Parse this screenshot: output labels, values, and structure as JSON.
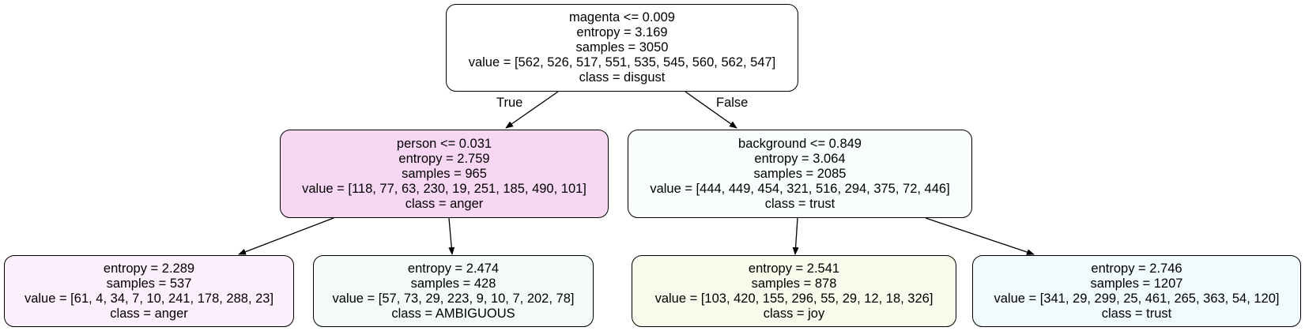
{
  "tree": {
    "root": {
      "split": "magenta <= 0.009",
      "entropy": "entropy = 3.169",
      "samples": "samples = 3050",
      "value": "value = [562, 526, 517, 551, 535, 545, 560, 562, 547]",
      "class": "class = disgust",
      "fill": "#ffffff"
    },
    "left": {
      "split": "person <= 0.031",
      "entropy": "entropy = 2.759",
      "samples": "samples = 965",
      "value": "value = [118, 77, 63, 230, 19, 251, 185, 490, 101]",
      "class": "class = anger",
      "fill": "#f8d7f4"
    },
    "right": {
      "split": "background <= 0.849",
      "entropy": "entropy = 3.064",
      "samples": "samples = 2085",
      "value": "value = [444, 449, 454, 321, 516, 294, 375, 72, 446]",
      "class": "class = trust",
      "fill": "#f9fdfe"
    },
    "left_left": {
      "entropy": "entropy = 2.289",
      "samples": "samples = 537",
      "value": "value = [61, 4, 34, 7, 10, 241, 178, 288, 23]",
      "class": "class = anger",
      "fill": "#fdeffb"
    },
    "left_right": {
      "entropy": "entropy = 2.474",
      "samples": "samples = 428",
      "value": "value = [57, 73, 29, 223, 9, 10, 7, 202, 78]",
      "class": "class = AMBIGUOUS",
      "fill": "#f3faf7"
    },
    "right_left": {
      "entropy": "entropy = 2.541",
      "samples": "samples = 878",
      "value": "value = [103, 420, 155, 296, 55, 29, 12, 18, 326]",
      "class": "class = joy",
      "fill": "#f8faec"
    },
    "right_right": {
      "entropy": "entropy = 2.746",
      "samples": "samples = 1207",
      "value": "value = [341, 29, 299, 25, 461, 265, 363, 54, 120]",
      "class": "class = trust",
      "fill": "#f1fafd"
    }
  },
  "edges": {
    "true_label": "True",
    "false_label": "False"
  }
}
